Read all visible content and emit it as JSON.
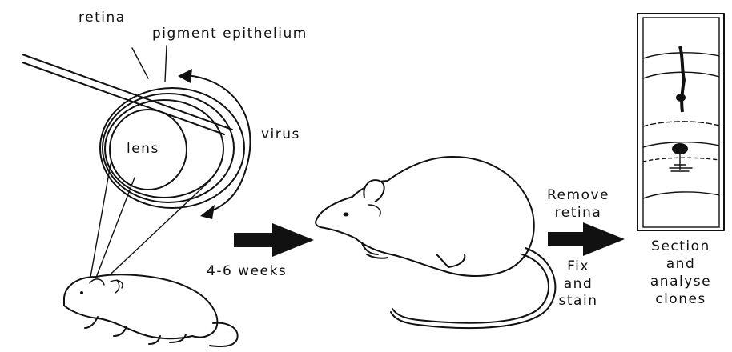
{
  "labels": {
    "retina": "retina",
    "pigment_epithelium": "pigment epithelium",
    "lens": "lens",
    "virus": "virus",
    "duration": "4-6 weeks",
    "remove": "Remove",
    "retina2": "retina",
    "fix": "Fix",
    "and1": "and",
    "stain": "stain",
    "section": "Section",
    "and2": "and",
    "analyse": "analyse",
    "clones": "clones"
  }
}
